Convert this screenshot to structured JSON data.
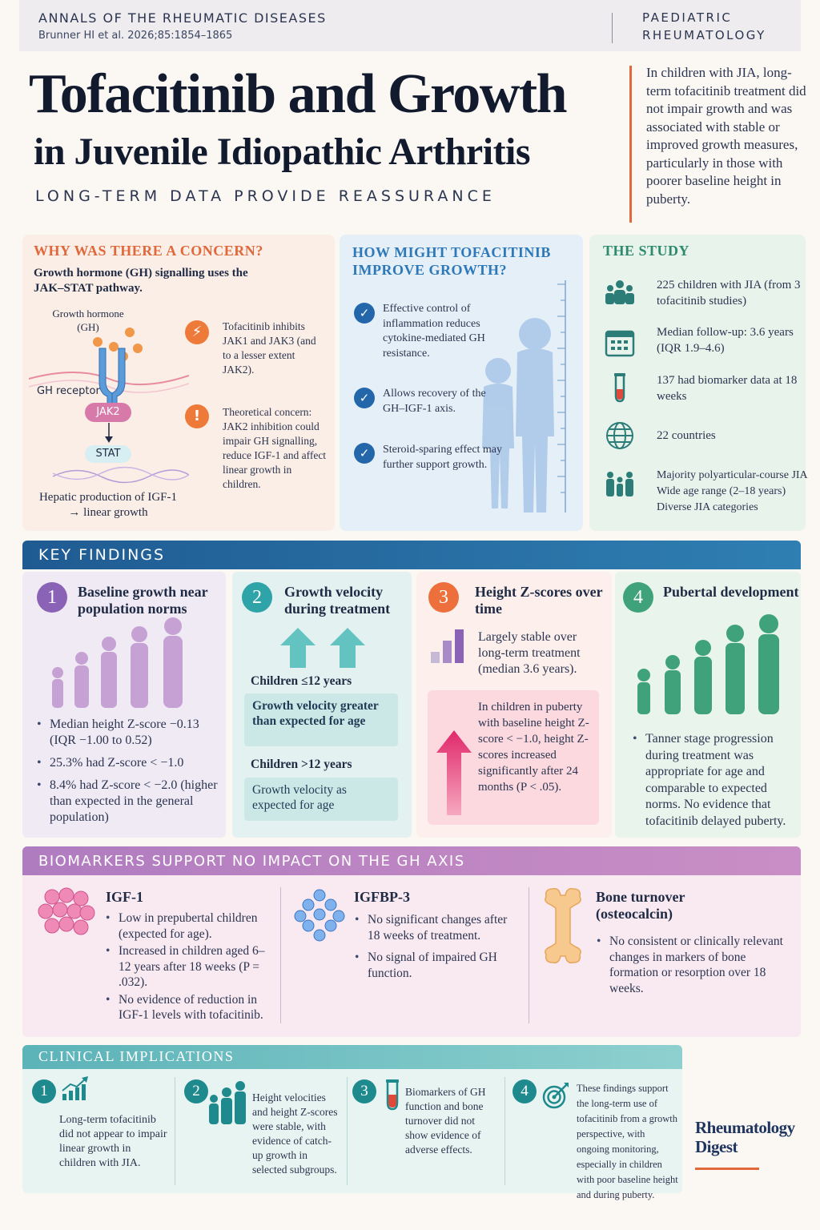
{
  "header": {
    "journal": "ANNALS OF THE RHEUMATIC DISEASES",
    "citation": "Brunner HI et al.  2026;85:1854–1865",
    "section_line1": "PAEDIATRIC",
    "section_line2": "RHEUMATOLOGY"
  },
  "title": {
    "line1": "Tofacitinib and Growth",
    "line2": "in Juvenile Idiopathic Arthritis",
    "tagline": "LONG-TERM DATA PROVIDE REASSURANCE"
  },
  "summary": "In children with JIA, long-term tofacitinib treatment did not impair growth and was associated with stable or improved growth measures, particularly in those with poorer baseline height in puberty.",
  "concern": {
    "title": "WHY WAS THERE A CONCERN?",
    "subtitle": "Growth hormone (GH) signalling uses the JAK–STAT pathway.",
    "gh_label": "Growth hormone (GH)",
    "receptor_label": "GH receptor",
    "jak2": "JAK2",
    "stat": "STAT",
    "hepatic": "Hepatic production of IGF-1 → linear growth",
    "point1": "Tofacitinib inhibits JAK1 and JAK3 (and to a lesser extent JAK2).",
    "point2": "Theoretical concern: JAK2 inhibition could impair GH signalling, reduce IGF-1 and affect linear growth in children.",
    "icon1": "⚡",
    "icon2": "!"
  },
  "improve": {
    "title": "HOW MIGHT TOFACITINIB IMPROVE GROWTH?",
    "items": [
      "Effective control of inflammation reduces cytokine-mediated GH resistance.",
      "Allows recovery of the GH–IGF-1 axis.",
      "Steroid-sparing effect may further support growth."
    ],
    "check_glyph": "✓"
  },
  "study": {
    "title": "THE STUDY",
    "items": [
      {
        "text": "225 children with JIA (from 3 tofacitinib studies)",
        "icon": "people-group-icon"
      },
      {
        "text": "Median follow-up: 3.6 years (IQR 1.9–4.6)",
        "icon": "calendar-icon"
      },
      {
        "text": "137 had biomarker data at 18 weeks",
        "icon": "test-tube-icon"
      },
      {
        "text": "22 countries",
        "icon": "globe-icon"
      },
      {
        "text": "Majority polyarticular-course JIA Wide age range (2–18 years) Diverse JIA categories",
        "icon": "family-icon"
      }
    ]
  },
  "key_findings": {
    "title": "KEY FINDINGS",
    "f1": {
      "num": "1",
      "head": "Baseline growth near population norms",
      "bullets": [
        "Median height Z-score −0.13 (IQR −1.00 to 0.52)",
        "25.3% had Z-score < −1.0",
        "8.4% had Z-score < −2.0 (higher than expected in the general population)"
      ]
    },
    "f2": {
      "num": "2",
      "head": "Growth velocity during treatment",
      "group1": "Children ≤12 years",
      "box1": "Growth velocity greater than expected for age",
      "group2": "Children >12 years",
      "box2": "Growth velocity as expected for age"
    },
    "f3": {
      "num": "3",
      "head": "Height Z-scores over time",
      "text": "Largely stable over long-term treatment (median 3.6 years).",
      "box": "In children in puberty with baseline height Z-score < −1.0, height Z-scores increased significantly after 24 months (P < .05)."
    },
    "f4": {
      "num": "4",
      "head": "Pubertal development",
      "bullet": "Tanner stage progression during treatment was appropriate for age and comparable to expected norms. No evidence that tofacitinib delayed puberty."
    }
  },
  "biomarkers": {
    "title": "BIOMARKERS SUPPORT NO IMPACT ON THE GH AXIS",
    "igf1": {
      "head": "IGF-1",
      "bullets": [
        "Low in prepubertal children (expected for age).",
        "Increased in children aged 6–12 years after 18 weeks (P = .032).",
        "No evidence of reduction in IGF-1 levels with tofacitinib."
      ]
    },
    "igfbp3": {
      "head": "IGFBP-3",
      "bullets": [
        "No significant changes after 18 weeks of treatment.",
        "No signal of impaired GH function."
      ]
    },
    "bone": {
      "head": "Bone turnover (osteocalcin)",
      "bullets": [
        "No consistent or clinically relevant changes in markers of bone formation or resorption over 18 weeks."
      ]
    }
  },
  "clinical": {
    "title": "CLINICAL IMPLICATIONS",
    "items": [
      {
        "num": "1",
        "text": "Long-term tofacitinib did not appear to impair linear growth in children with JIA."
      },
      {
        "num": "2",
        "text": "Height velocities and height Z-scores were stable, with evidence of catch-up growth in selected subgroups."
      },
      {
        "num": "3",
        "text": "Biomarkers of GH function and bone turnover did not show evidence of adverse effects."
      },
      {
        "num": "4",
        "text": "These findings support the long-term use of tofacitinib from a growth perspective, with ongoing monitoring, especially in children with poor baseline height and during puberty."
      }
    ]
  },
  "brand": {
    "line1": "Rheumatology",
    "line2": "Digest"
  },
  "colors": {
    "concern": "#e0683a",
    "improve": "#2d78b8",
    "study": "#2e8a6e",
    "f1": "#8a62b6",
    "f2": "#2ea3a8",
    "f3": "#ec6f3c",
    "f4": "#3fa27a"
  }
}
